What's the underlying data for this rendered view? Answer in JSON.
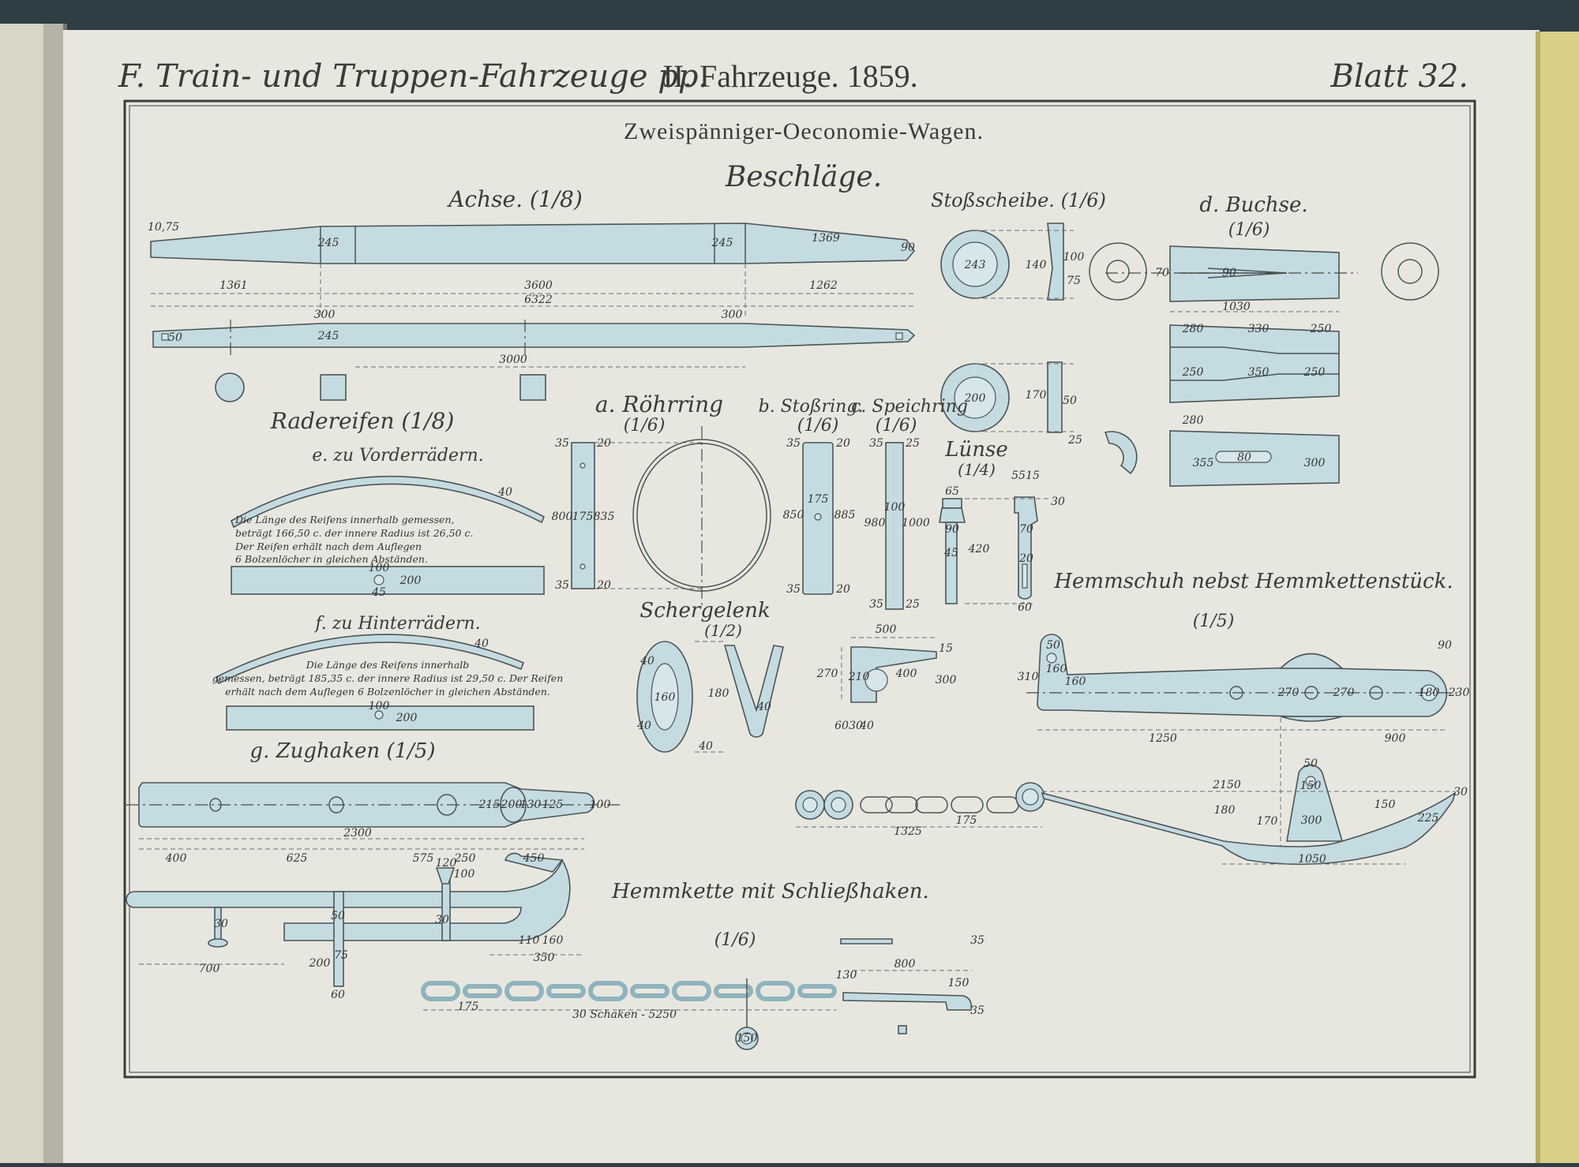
{
  "header": {
    "section": "F. Train- und Truppen-Fahrzeuge pp.",
    "volume": "II. Fahrzeuge. 1859.",
    "sheet": "Blatt 32."
  },
  "plate": {
    "title": "Zweispänniger-Oeconomie-Wagen.",
    "subtitle": "Beschläge."
  },
  "colors": {
    "paper": "#e8e7df",
    "metal_wash": "#c4dbe1",
    "ink": "#4a5558",
    "page_edge": "#d9cf86",
    "cover": "#2f3d44"
  },
  "achse": {
    "title": "Achse. (1/8)",
    "dims": [
      "10,75",
      "1361",
      "3600",
      "6322",
      "1262",
      "1369",
      "245",
      "245",
      "90",
      "300",
      "300",
      "3000",
      "245",
      "50"
    ]
  },
  "stossscheibe": {
    "title": "Stoßscheibe. (1/6)",
    "dims": [
      "243",
      "140",
      "100",
      "75",
      "200",
      "170",
      "50",
      "25"
    ]
  },
  "buchse": {
    "title": "d. Buchse.",
    "scale": "(1/6)",
    "dims": [
      "1030",
      "280",
      "330",
      "250",
      "250",
      "350",
      "250",
      "280",
      "355",
      "300",
      "70",
      "90",
      "80"
    ]
  },
  "radereifen": {
    "title": "Radereifen (1/8)",
    "front": {
      "title": "e. zu Vorderrädern.",
      "note": [
        "Die Länge des Reifens innerhalb gemessen,",
        "beträgt 166,50 c. der innere Radius ist 26,50 c.",
        "Der Reifen erhält nach dem Auflegen",
        "6 Bolzenlöcher in gleichen Abständen."
      ],
      "dims": [
        "40",
        "100",
        "45",
        "200"
      ]
    },
    "rear": {
      "title": "f. zu Hinterrädern.",
      "note": [
        "Die Länge des Reifens innerhalb",
        "gemessen, beträgt 185,35 c. der innere Radius ist 29,50 c. Der Reifen",
        "erhält nach dem Auflegen 6 Bolzenlöcher in gleichen Abständen."
      ],
      "dims": [
        "40",
        "100",
        "200"
      ]
    }
  },
  "roehrring": {
    "title": "a. Röhrring",
    "scale": "(1/6)",
    "dims": [
      "175",
      "835",
      "800",
      "20",
      "20",
      "35",
      "35"
    ]
  },
  "stossring": {
    "title": "b. Stoßring.",
    "scale": "(1/6)",
    "dims": [
      "850",
      "175",
      "885",
      "35",
      "20",
      "35",
      "20"
    ]
  },
  "speichring": {
    "title": "c. Speichring",
    "scale": "(1/6)",
    "dims": [
      "980",
      "100",
      "1000",
      "35",
      "25",
      "35",
      "25"
    ]
  },
  "luense": {
    "title": "Lünse",
    "scale": "(1/4)",
    "dims": [
      "65",
      "90",
      "45",
      "420",
      "70",
      "20",
      "55",
      "15",
      "60",
      "30"
    ]
  },
  "schergelenk": {
    "title": "Schergelenk",
    "scale": "(1/2)",
    "dims": [
      "160",
      "40",
      "40",
      "180",
      "40",
      "40"
    ]
  },
  "bracket": {
    "dims": [
      "500",
      "270",
      "400",
      "300",
      "60",
      "30",
      "40",
      "15",
      "210"
    ]
  },
  "hemmschuh": {
    "title": "Hemmschuh nebst Hemmkettenstück.",
    "scale": "(1/5)",
    "dims": [
      "50",
      "160",
      "160",
      "270",
      "270",
      "180",
      "90",
      "230",
      "310",
      "1250",
      "900",
      "2150",
      "180",
      "300",
      "150",
      "225",
      "1050",
      "1325",
      "175",
      "50",
      "150",
      "170",
      "30"
    ]
  },
  "zughaken": {
    "title": "g. Zughaken (1/5)",
    "dims": [
      "215",
      "200",
      "130",
      "125",
      "100",
      "2300",
      "400",
      "625",
      "575",
      "250",
      "450",
      "120",
      "100",
      "30",
      "50",
      "30",
      "700",
      "200",
      "60",
      "75",
      "110",
      "160",
      "350"
    ]
  },
  "hemmkette": {
    "title": "Hemmkette mit Schließhaken.",
    "scale": "(1/6)",
    "dims": [
      "175",
      "30 Schaken - 5250",
      "800",
      "150",
      "150",
      "130",
      "35",
      "35"
    ]
  }
}
